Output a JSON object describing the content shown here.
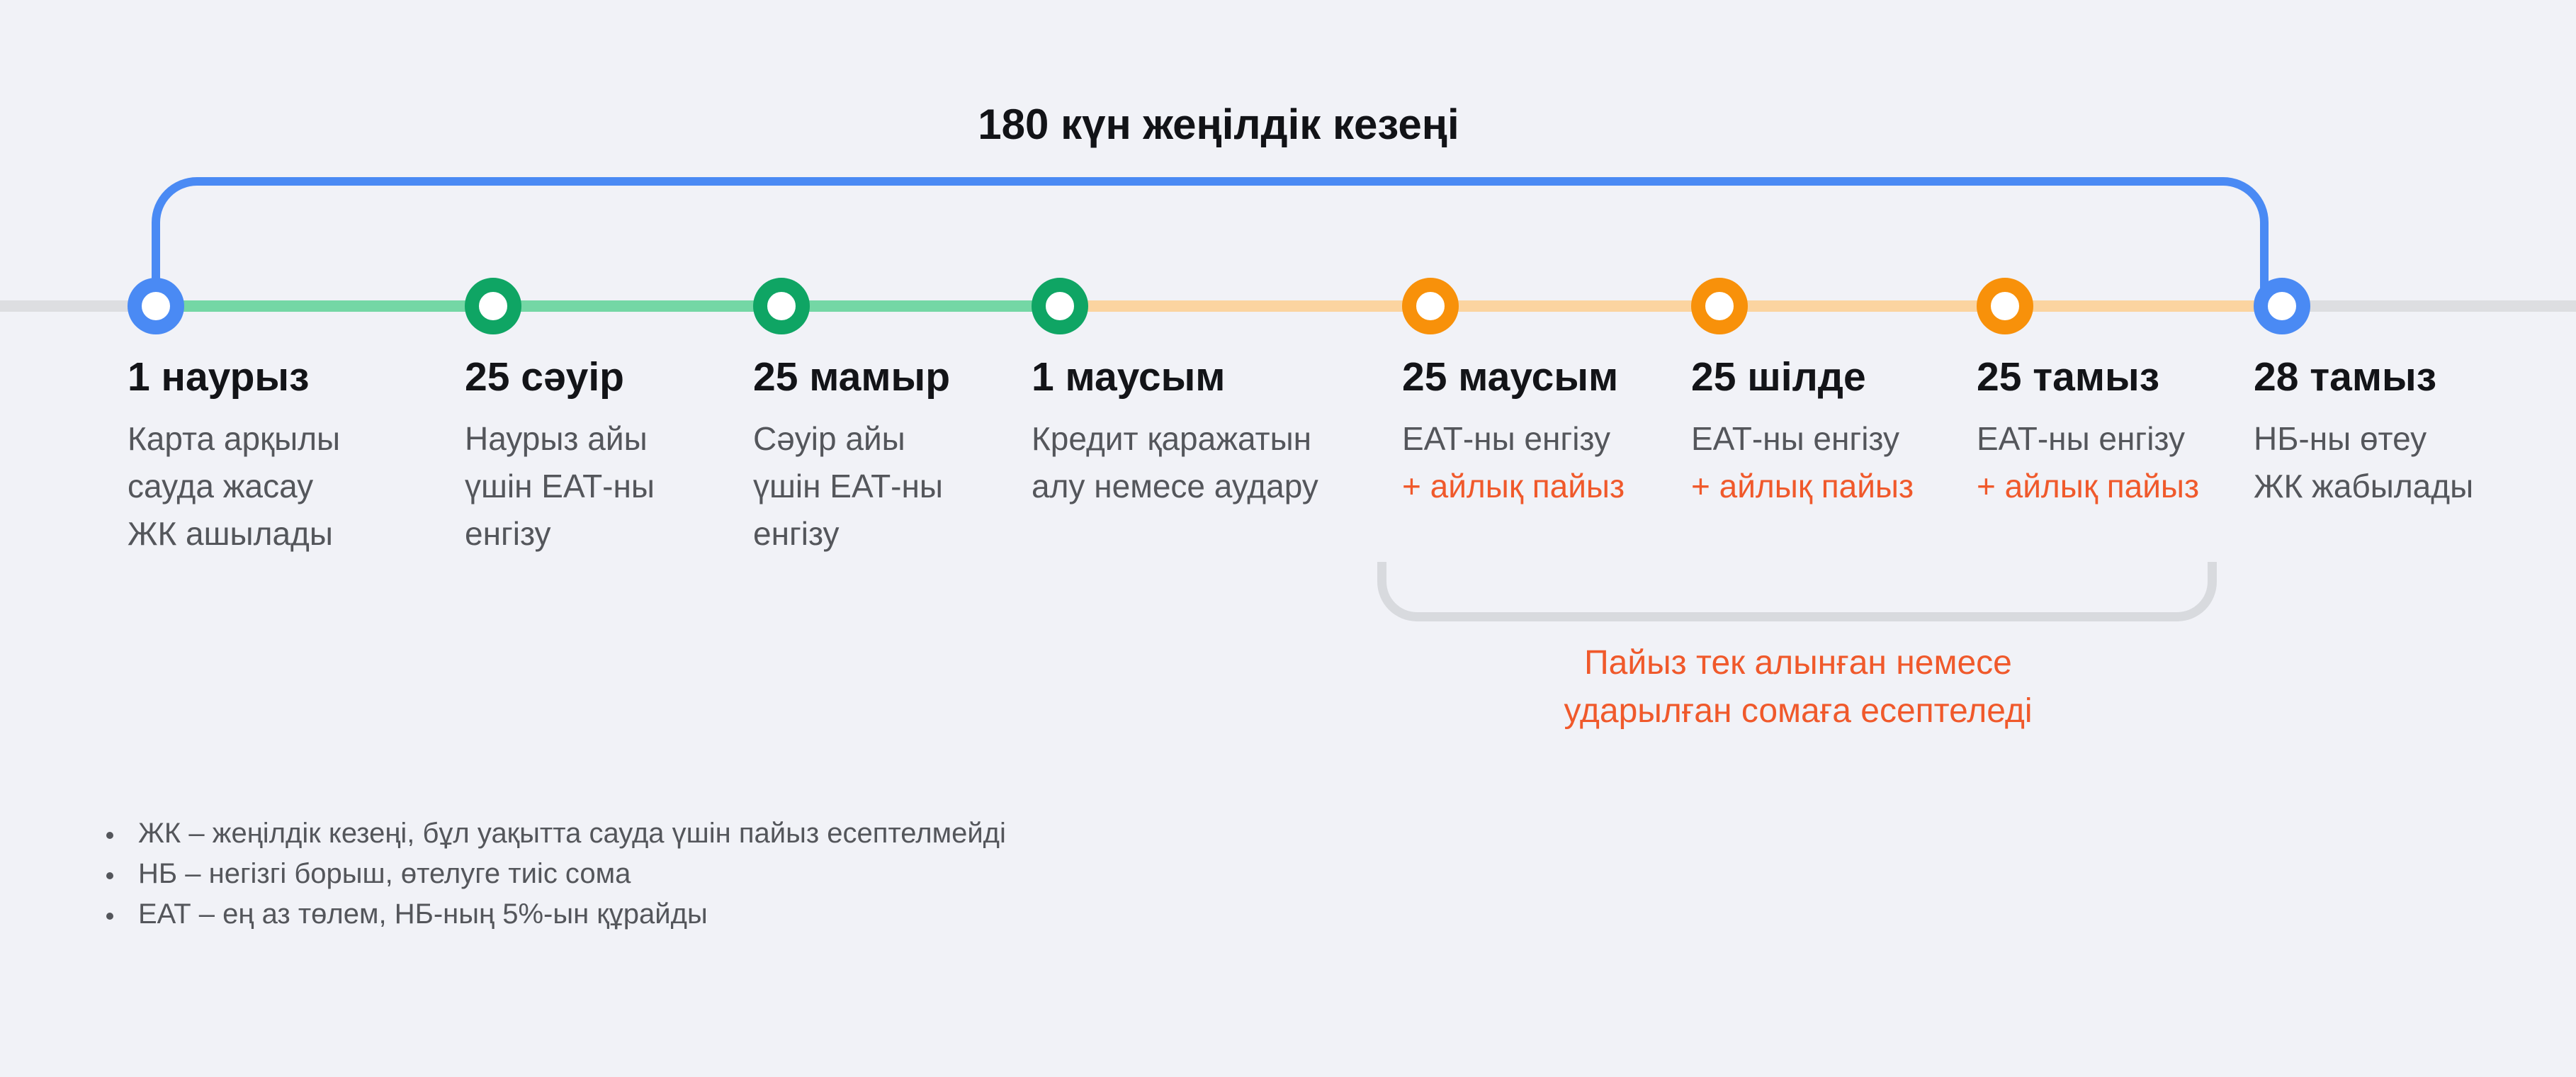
{
  "title": "180 күн жеңілдік кезеңі",
  "timeline": {
    "events": [
      {
        "date": "1 наурыз",
        "line1": "Карта арқылы",
        "line2": "сауда жасау",
        "line3": "ЖК ашылады"
      },
      {
        "date": "25 сәуір",
        "line1": "Наурыз айы",
        "line2": "үшін ЕАТ-ны",
        "line3": "енгізу"
      },
      {
        "date": "25 мамыр",
        "line1": "Сәуір айы",
        "line2": "үшін ЕАТ-ны",
        "line3": "енгізу"
      },
      {
        "date": "1 маусым",
        "line1": "Кредит қаражатын",
        "line2": "алу немесе аудару"
      },
      {
        "date": "25 маусым",
        "line1": "ЕАТ-ны енгізу",
        "highlight": "+ айлық пайыз"
      },
      {
        "date": "25 шілде",
        "line1": "ЕАТ-ны енгізу",
        "highlight": "+ айлық пайыз"
      },
      {
        "date": "25 тамыз",
        "line1": "ЕАТ-ны енгізу",
        "highlight": "+ айлық пайыз"
      },
      {
        "date": "28 тамыз",
        "line1": "НБ-ны өтеу",
        "line2": "ЖК жабылады"
      }
    ]
  },
  "callout": {
    "line1": "Пайыз тек алынған немесе",
    "line2": "ударылған сомаға есептеледі"
  },
  "legend": {
    "items": [
      {
        "text": "ЖК – жеңілдік кезеңі, бұл уақытта сауда үшін пайыз есептелмейді"
      },
      {
        "text": "НБ – негізгі борыш, өтелуге тиіс сома"
      },
      {
        "text": "ЕАТ – ең аз төлем, НБ-ның 5%-ын құрайды"
      }
    ]
  },
  "colors": {
    "background": "#F1F2F7",
    "blue": "#4A8AF4",
    "green_node": "#0FA564",
    "green_line": "#74D7A5",
    "orange_node": "#F8910A",
    "orange_line": "#FBD4A0",
    "gray_line": "#DDDEE1",
    "gray_bracket": "#D8DADE",
    "heading_text": "#131418",
    "body_text": "#54565B",
    "accent_text": "#F0592B"
  }
}
